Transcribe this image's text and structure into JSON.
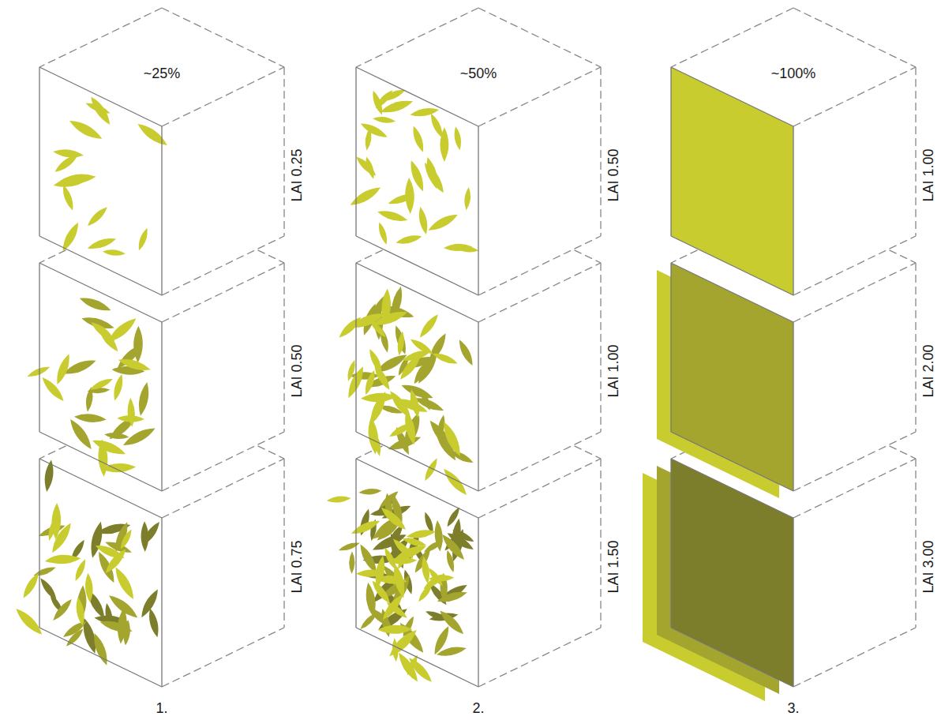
{
  "diagram": {
    "labels": [
      "~25%",
      "LAI 0.25",
      "LAI 0.50",
      "LAI 0.75",
      "~50%",
      "LAI 0.50",
      "LAI 1.00",
      "LAI 1.50",
      "~100%",
      "LAI 1.00",
      "LAI 2.00",
      "LAI 3.00",
      "1.",
      "2.",
      "3."
    ]
  }
}
